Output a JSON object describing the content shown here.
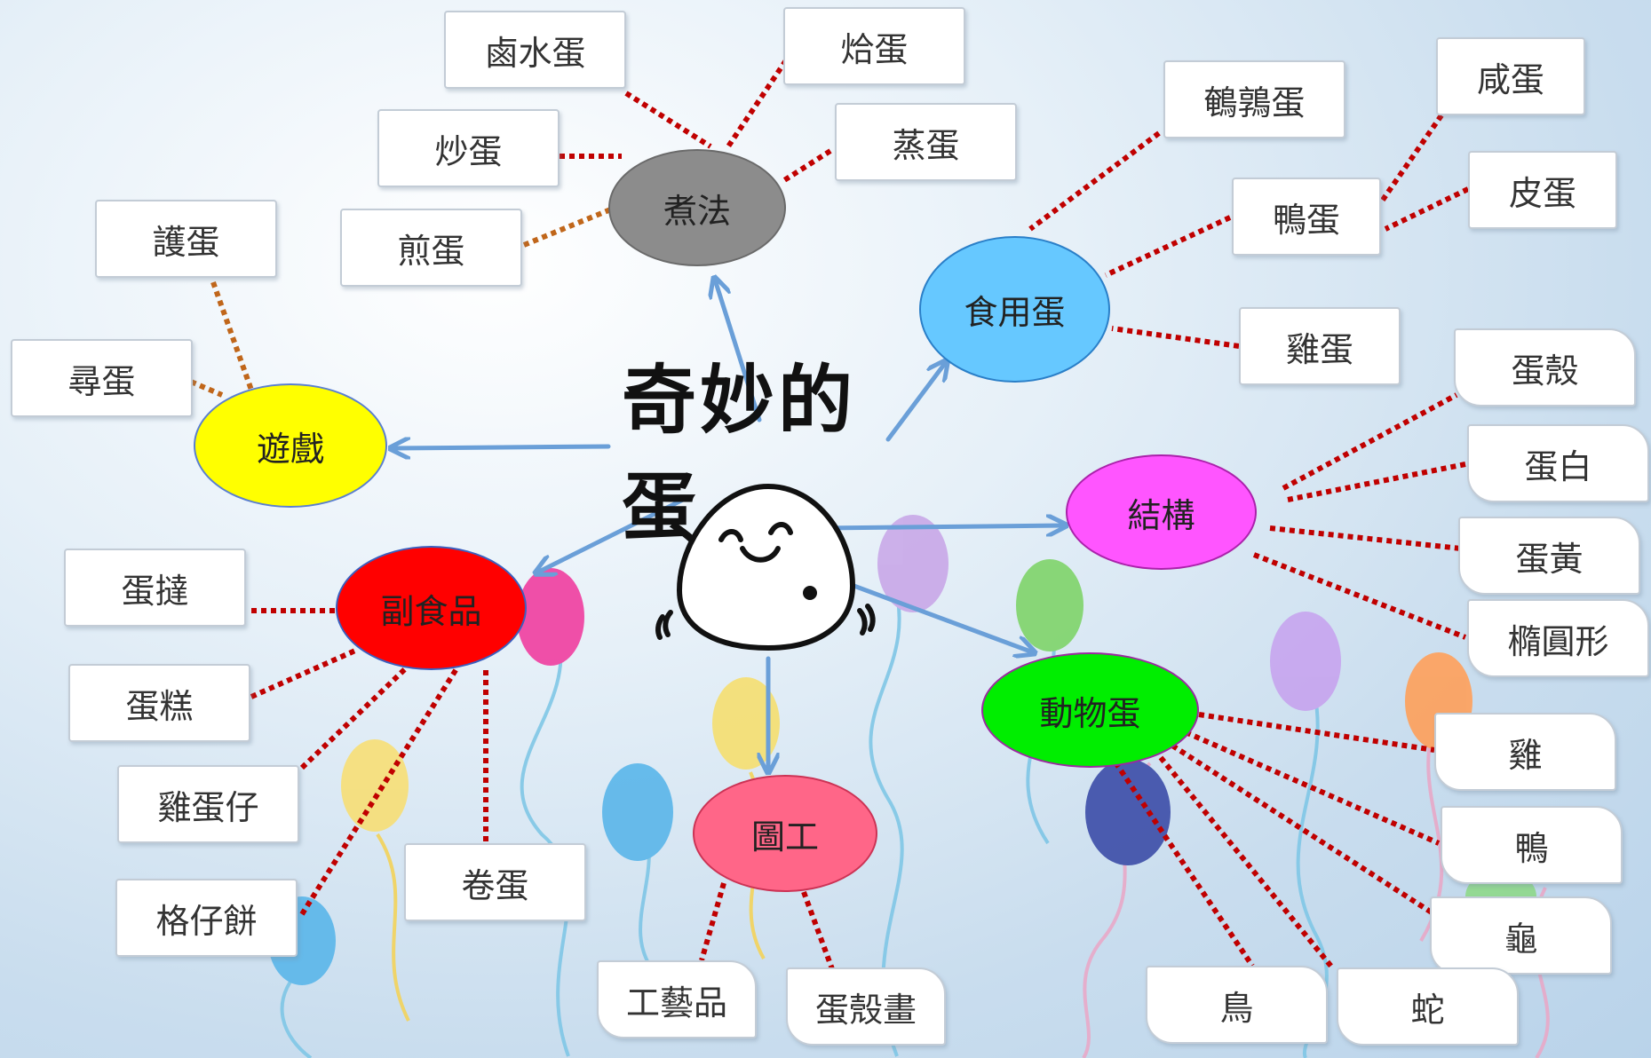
{
  "title": "奇妙的蛋",
  "categories": {
    "cooking": "煮法",
    "edible": "食用蛋",
    "game": "遊戲",
    "structure": "結構",
    "byproduct": "副食品",
    "animal": "動物蛋",
    "craft": "圖工"
  },
  "colors": {
    "cooking": "#8c8c8c",
    "edible": "#66c8ff",
    "game": "#ffff00",
    "structure": "#ff55ff",
    "byproduct": "#ff0000",
    "animal": "#00ee00",
    "craft": "#ff6688",
    "arrow": "#6a9fd8",
    "dots": "#c00000"
  },
  "cooking_items": {
    "braised": "鹵水蛋",
    "scrambled": "炒蛋",
    "fried": "煎蛋",
    "poached": "烚蛋",
    "steamed": "蒸蛋"
  },
  "edible_items": {
    "quail": "鵪鶉蛋",
    "duck": "鴨蛋",
    "chicken": "雞蛋",
    "salted": "咸蛋",
    "century": "皮蛋"
  },
  "game_items": {
    "protect": "護蛋",
    "hunt": "尋蛋"
  },
  "structure_items": {
    "shell": "蛋殼",
    "white": "蛋白",
    "yolk": "蛋黃",
    "oval": "橢圓形"
  },
  "byproduct_items": {
    "tart": "蛋撻",
    "cake": "蛋糕",
    "puff": "雞蛋仔",
    "waffle": "格仔餅",
    "roll": "卷蛋"
  },
  "animal_items": {
    "chicken": "雞",
    "duck": "鴨",
    "turtle": "龜",
    "bird": "鳥",
    "snake": "蛇"
  },
  "craft_items": {
    "handicraft": "工藝品",
    "shell_painting": "蛋殼畫"
  }
}
